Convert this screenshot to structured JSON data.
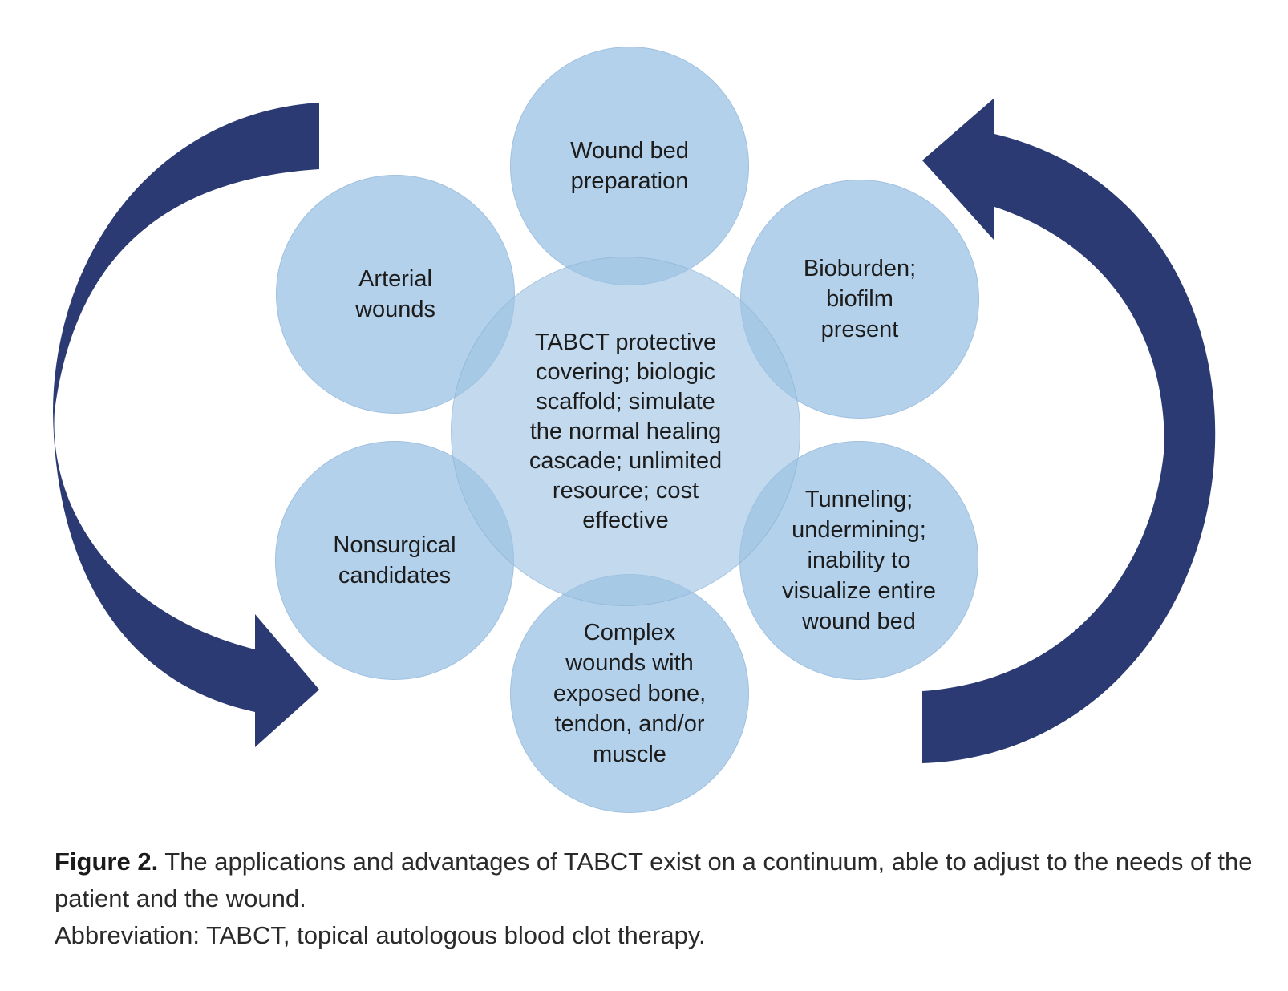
{
  "colors": {
    "arrow": "#2b3a72",
    "circle_fill": "#a3c7e6",
    "text": "#1c1c1c"
  },
  "diagram": {
    "center": "TABCT protective\ncovering; biologic\nscaffold; simulate\nthe normal healing\ncascade; unlimited\nresource; cost\neffective",
    "top": "Wound bed\npreparation",
    "upper_left": "Arterial\nwounds",
    "upper_right": "Bioburden;\nbiofilm\npresent",
    "lower_left": "Nonsurgical\ncandidates",
    "lower_right": "Tunneling;\nundermining;\ninability to\nvisualize entire\nwound bed",
    "bottom": "Complex\nwounds with\nexposed bone,\ntendon, and/or\nmuscle",
    "left_arrow_icon": "curved-arrow-down-icon",
    "right_arrow_icon": "curved-arrow-up-icon"
  },
  "caption": {
    "label": "Figure 2.",
    "text": " The applications and advantages of TABCT exist on a continuum, able to adjust to the needs of the patient and the wound.",
    "abbreviation": "Abbreviation: TABCT, topical autologous blood clot therapy."
  }
}
